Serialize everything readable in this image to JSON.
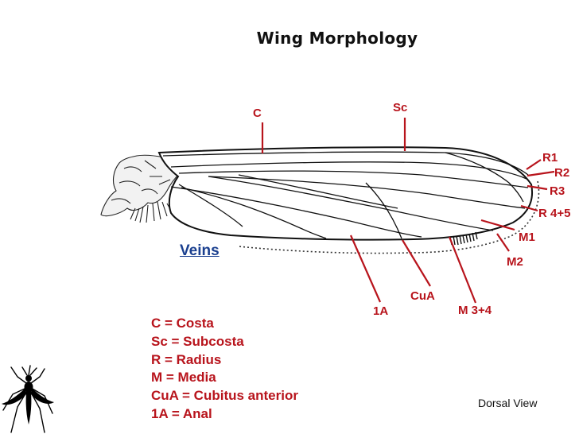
{
  "title": "Wing Morphology",
  "labels": {
    "C": "C",
    "Sc": "Sc",
    "R1": "R1",
    "R2": "R2",
    "R3": "R3",
    "R45": "R 4+5",
    "M1": "M1",
    "M2": "M2",
    "M34": "M 3+4",
    "CuA": "CuA",
    "A1": "1A"
  },
  "veins_label": "Veins",
  "legend": [
    "C = Costa",
    "Sc = Subcosta",
    "R = Radius",
    "M = Media",
    "CuA = Cubitus anterior",
    "1A = Anal"
  ],
  "view_label": "Dorsal View",
  "colors": {
    "label_red": "#b8141c",
    "veins_blue": "#1a3f8f",
    "ink": "#111111"
  },
  "icons": {
    "mosquito": "mosquito-icon"
  }
}
